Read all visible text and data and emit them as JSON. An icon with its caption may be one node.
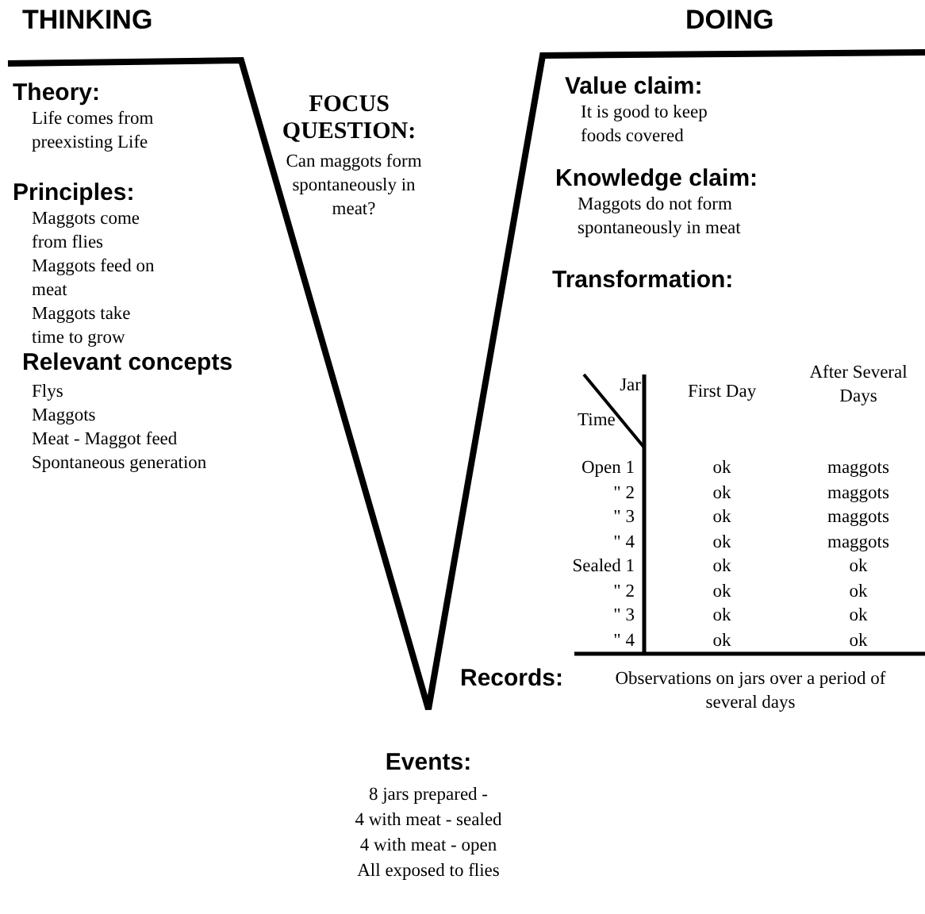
{
  "diagram": {
    "labels": [
      "THINKING",
      "DOING",
      "Theory:",
      "Life comes from preexisting Life",
      "Principles:",
      "Maggots come from flies",
      "Maggots feed on meat",
      "Maggots take time to grow",
      "Relevant concepts",
      "Flys",
      "Maggots",
      "Meat - Maggot feed",
      "Spontaneous generation",
      "FOCUS QUESTION:",
      "Can maggots form spontaneously in meat?",
      "Value claim:",
      "It is good to keep foods covered",
      "Knowledge claim:",
      "Maggots do not form spontaneously in meat",
      "Transformation:",
      "Jar",
      "Time",
      "First Day",
      "After Several Days",
      "Open 1",
      "ok",
      "maggots",
      "\" 2",
      "ok",
      "maggots",
      "\" 3",
      "ok",
      "maggots",
      "\" 4",
      "ok",
      "maggots",
      "Sealed 1",
      "ok",
      "ok",
      "\" 2",
      "ok",
      "ok",
      "\" 3",
      "ok",
      "ok",
      "\" 4",
      "ok",
      "ok",
      "Records:",
      "Observations on jars over a period of several days",
      "Events:",
      "8 jars prepared -",
      "4 with meat - sealed",
      "4 with meat - open",
      "All exposed to flies"
    ]
  }
}
